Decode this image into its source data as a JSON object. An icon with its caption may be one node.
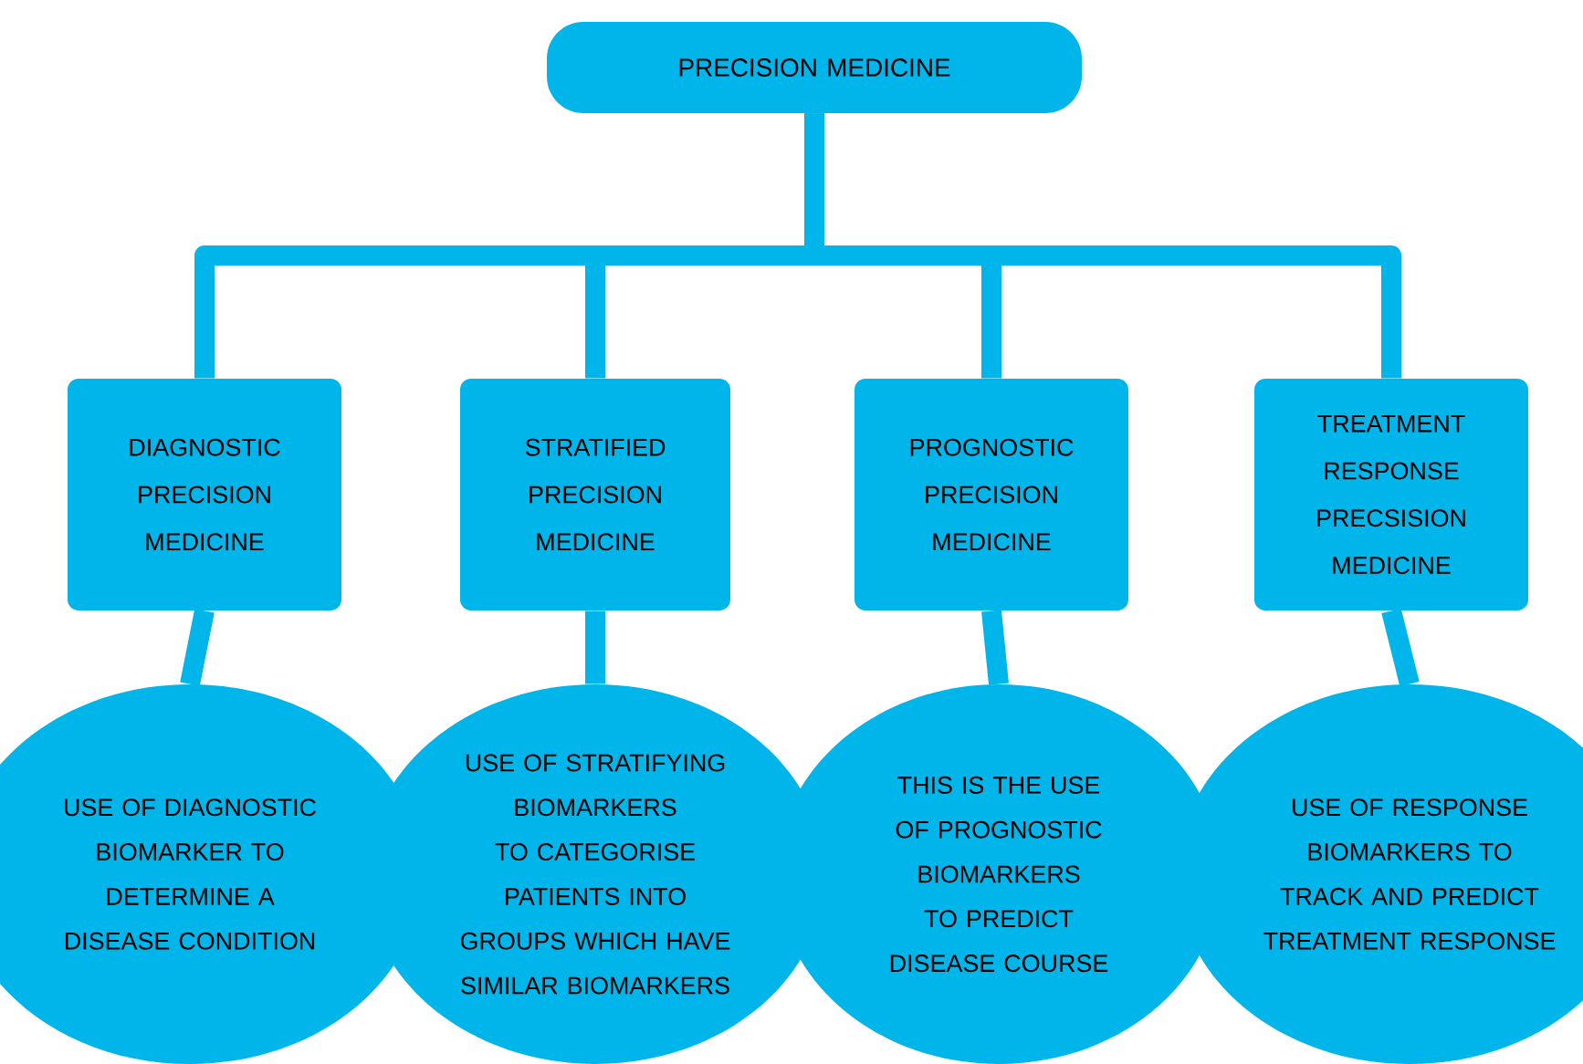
{
  "diagram": {
    "nodes": [
      {
        "text": [
          "PRECISION MEDICINE"
        ]
      },
      {
        "text": [
          "DIAGNOSTIC PRECISION MEDICINE"
        ]
      },
      {
        "text": [
          "STRATIFIED PRECISION MEDICINE"
        ]
      },
      {
        "text": [
          "PROGNOSTIC PRECISION MEDICINE"
        ]
      },
      {
        "text": [
          "TREATMENT RESPONSE PRECSISION MEDICINE"
        ]
      },
      {
        "text": [
          "USE OF DIAGNOSTIC BIOMARKER TO DETERMINE A DISEASE CONDITION"
        ]
      },
      {
        "text": [
          "USE OF STRATIFYING BIOMARKERS TO CATEGORISE PATIENTS INTO GROUPS WHICH HAVE SIMILAR BIOMARKERS"
        ]
      },
      {
        "text": [
          "THIS IS THE USE OF PROGNOSTIC BIOMARKERS TO PREDICT DISEASE COURSE"
        ]
      },
      {
        "text": [
          "USE OF RESPONSE BIOMARKERS TO TRACK AND PREDICT TREATMENT RESPONSE"
        ]
      }
    ],
    "edges": [
      {
        "from": 0,
        "to": 1,
        "arrow": "none"
      },
      {
        "from": 0,
        "to": 2,
        "arrow": "none"
      },
      {
        "from": 0,
        "to": 3,
        "arrow": "none"
      },
      {
        "from": 0,
        "to": 4,
        "arrow": "none"
      },
      {
        "from": 1,
        "to": 5,
        "arrow": "none"
      },
      {
        "from": 2,
        "to": 6,
        "arrow": "none"
      },
      {
        "from": 3,
        "to": 7,
        "arrow": "none"
      },
      {
        "from": 4,
        "to": 8,
        "arrow": "none"
      }
    ]
  }
}
